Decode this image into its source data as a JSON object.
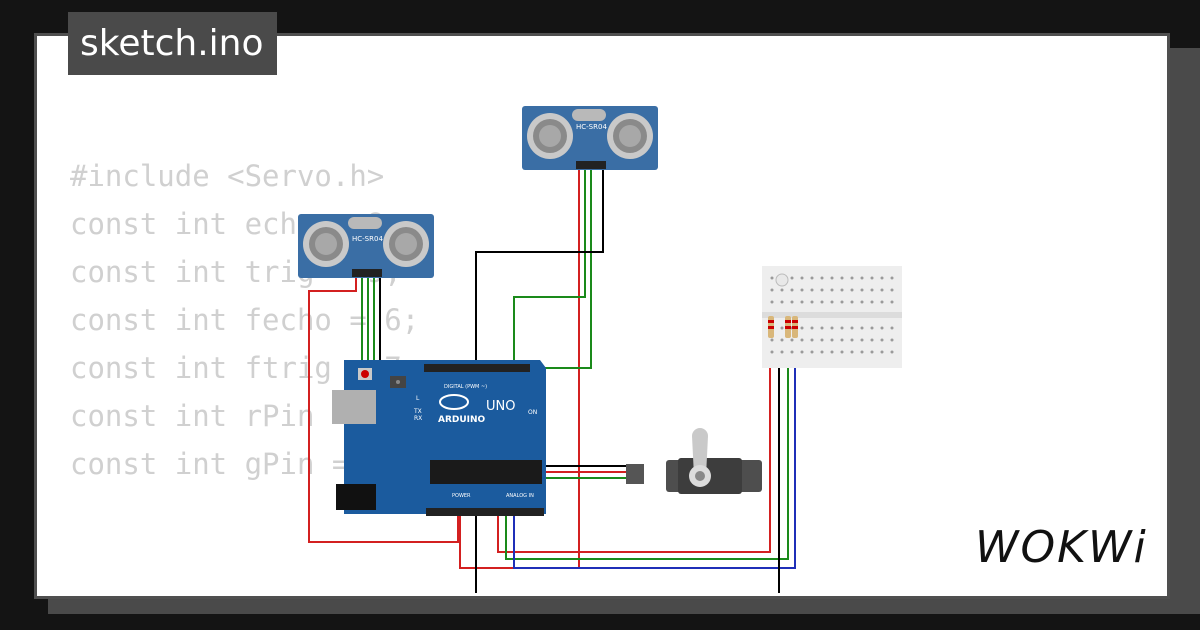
{
  "title": "sketch.ino",
  "code_lines": [
    "#include <Servo.h>",
    "",
    "const int echo = 8;",
    "const int trig = 9;",
    "",
    "const int fecho = 6;",
    "const int ftrig = 7;",
    "",
    "const int rPin = A0;",
    "const int gPin = A1;"
  ],
  "board": {
    "brand": "ARDUINO",
    "model": "UNO",
    "on_label": "ON",
    "digital_label": "DIGITAL (PWM ~)",
    "analog_label": "ANALOG IN",
    "power_label": "POWER",
    "tx_label": "TX",
    "rx_label": "RX",
    "l_label": "L"
  },
  "sensor_label": "HC-SR04",
  "logo_text": "WOKWi",
  "colors": {
    "background": "#141414",
    "card": "#ffffff",
    "title_bg": "#4a4a4a",
    "board_blue": "#1b5b9e",
    "wire_red": "#d32020",
    "wire_green": "#1a8a1a",
    "wire_black": "#000000",
    "wire_blue": "#1f2fb8",
    "sensor_blue": "#3a6ea5"
  }
}
